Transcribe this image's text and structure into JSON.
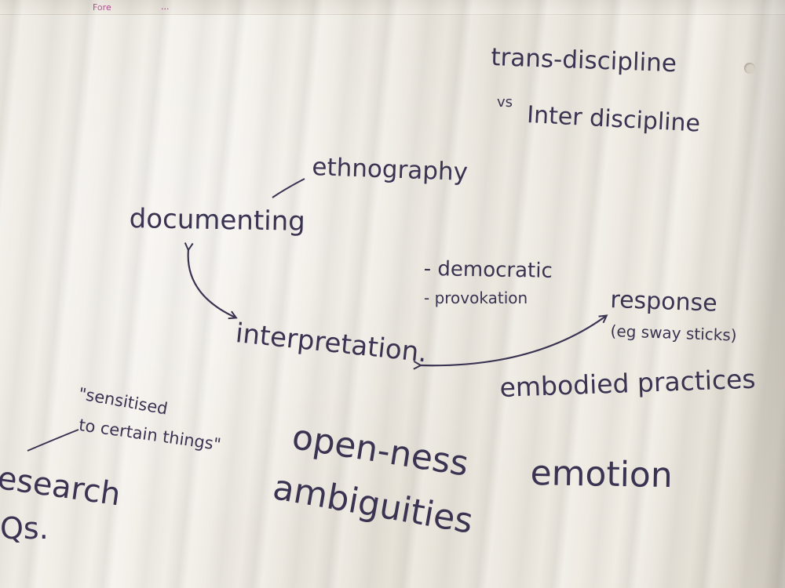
{
  "sheet": {
    "top_fragment": "Fore",
    "top_fragment_2": "...",
    "lines": {
      "trans_discipline": "trans-discipline",
      "vs": "vs",
      "inter_discipline": "Inter discipline",
      "ethnography": "ethnography",
      "documenting": "documenting",
      "democratic": "- democratic",
      "provokation": "- provokation",
      "response": "response",
      "response_example": "(eg sway sticks)",
      "interpretation": "interpretation.",
      "embodied_practices": "embodied practices",
      "sensitised_line1": "\"sensitised",
      "sensitised_line2": "to certain things\"",
      "openness": "open-ness",
      "ambiguities": "ambiguities",
      "emotion": "emotion",
      "research": "esearch",
      "rqs": "Qs."
    }
  },
  "colors": {
    "ink": "#3a3352",
    "paper": "#efebe3",
    "magenta": "#a2357f"
  }
}
